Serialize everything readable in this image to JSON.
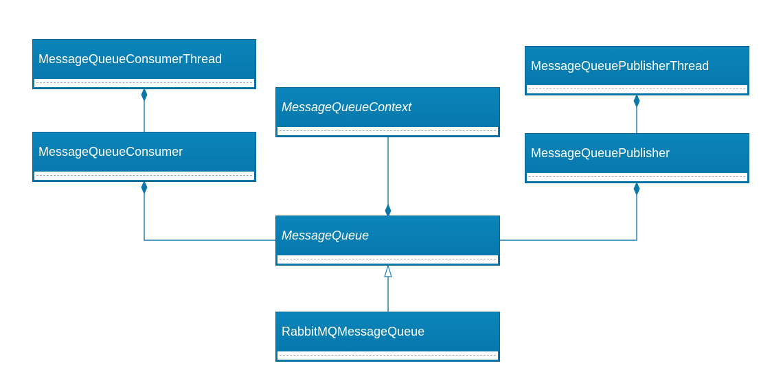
{
  "classes": {
    "consumer_thread": {
      "name": "MessageQueueConsumerThread"
    },
    "consumer": {
      "name": "MessageQueueConsumer"
    },
    "context": {
      "name": "MessageQueueContext"
    },
    "publisher_thread": {
      "name": "MessageQueuePublisherThread"
    },
    "publisher": {
      "name": "MessageQueuePublisher"
    },
    "message_queue": {
      "name": "MessageQueue"
    },
    "rabbitmq_queue": {
      "name": "RabbitMQMessageQueue"
    }
  },
  "relationships": [
    {
      "from": "consumer",
      "to": "consumer_thread",
      "type": "composition"
    },
    {
      "from": "publisher",
      "to": "publisher_thread",
      "type": "composition"
    },
    {
      "from": "context",
      "to": "message_queue",
      "type": "composition"
    },
    {
      "from": "message_queue",
      "to": "consumer",
      "type": "composition"
    },
    {
      "from": "message_queue",
      "to": "publisher",
      "type": "composition"
    },
    {
      "from": "rabbitmq_queue",
      "to": "message_queue",
      "type": "generalization"
    }
  ],
  "colors": {
    "class_fill": "#0b7bb0",
    "class_border": "#0b6496",
    "connector": "#1a7ab0",
    "class_text": "#ffffff"
  }
}
